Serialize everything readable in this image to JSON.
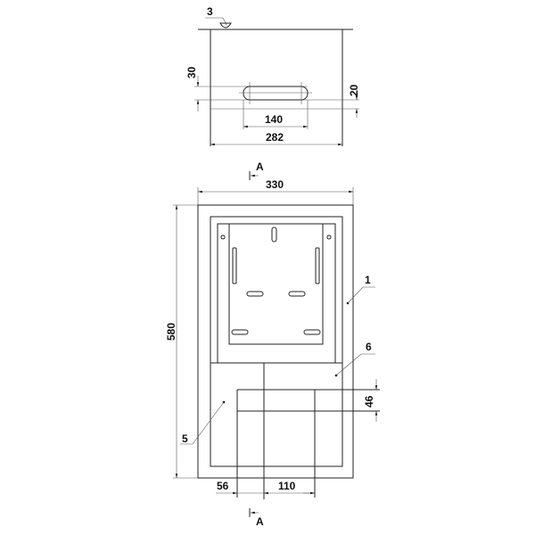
{
  "top_view": {
    "callout_weld": "3",
    "dim_slot_offset": "30",
    "dim_right_offset": "20",
    "dim_slot_width": "140",
    "dim_width": "282"
  },
  "front_view": {
    "section_top": "A",
    "section_bottom": "A",
    "dim_width": "330",
    "dim_height": "580",
    "dim_lower_offset": "46",
    "dim_left_offset": "56",
    "dim_lower_width": "110",
    "callout_1": "1",
    "callout_5": "5",
    "callout_6": "6"
  },
  "colors": {
    "line": "#222222",
    "background": "#ffffff"
  }
}
